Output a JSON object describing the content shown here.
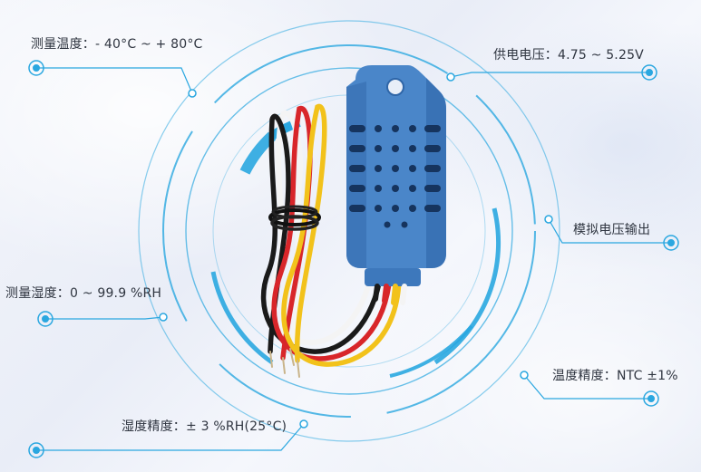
{
  "specs": {
    "temp_range": "测量温度：- 40°C ~ + 80°C",
    "supply_voltage": "供电电压：4.75 ~ 5.25V",
    "analog_output": "模拟电压输出",
    "humidity_range": "测量湿度：0 ~ 99.9 %RH",
    "temp_accuracy": "温度精度：NTC ±1%",
    "humidity_accuracy": "湿度精度：± 3 %RH(25°C)"
  },
  "colors": {
    "ring": "#2aa7e0",
    "ring_light": "#7fcdf0",
    "sensor_body": "#4a86c9",
    "sensor_dark": "#2f66a8",
    "wire_red": "#d8262a",
    "wire_yellow": "#f2c21b",
    "wire_white": "#f4f4f4",
    "wire_black": "#1a1a1a"
  }
}
